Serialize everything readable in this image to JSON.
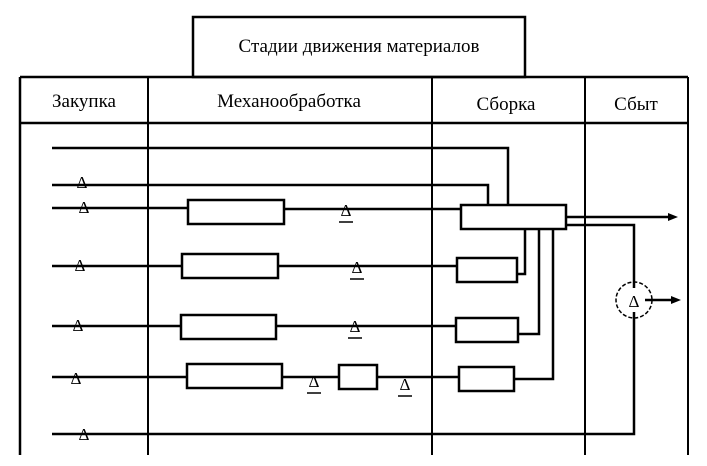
{
  "title": "Стадии движения материалов",
  "stages": [
    {
      "id": "purchase",
      "label": "Закупка"
    },
    {
      "id": "machining",
      "label": "Механообработка"
    },
    {
      "id": "assembly",
      "label": "Сборка"
    },
    {
      "id": "sales",
      "label": "Сбыт"
    }
  ],
  "stock_marker_symbol": "Δ"
}
